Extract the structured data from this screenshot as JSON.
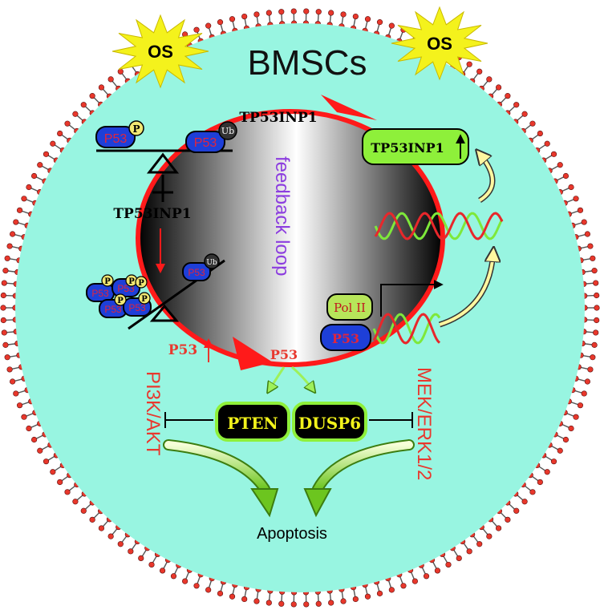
{
  "title": "BMSCs",
  "stimulus": {
    "label": "OS"
  },
  "feedback_label": "feedback loop",
  "balance": {
    "tp53inp1_label": "TP53INP1",
    "p53": "P53",
    "p": "P",
    "ub": "Ub"
  },
  "top_arc_label": "TP53INP1",
  "p53_up_label": "P53",
  "p53_center_label": "P53",
  "tp53inp1_up_box": "TP53INP1",
  "transcription": {
    "pol2": "Pol II",
    "p53": "P53"
  },
  "effectors": {
    "pten": "PTEN",
    "dusp6": "DUSP6"
  },
  "pathways": {
    "left": "PI3K/AKT",
    "right": "MEK/ERK1/2"
  },
  "outcome": "Apoptosis",
  "colors": {
    "cytoplasm": "#98f5e1",
    "membrane_head": "#e8372b",
    "arrow_red": "#ff1a1a",
    "p53_blue": "#1e3fd8",
    "p53_text": "#e0253d",
    "pathway_red": "#e8382e",
    "feedback_purple": "#8c3ddf",
    "box_green": "#8ef03a",
    "effector_yellow": "#f2f21b",
    "os_yellow": "#f4f21c"
  }
}
